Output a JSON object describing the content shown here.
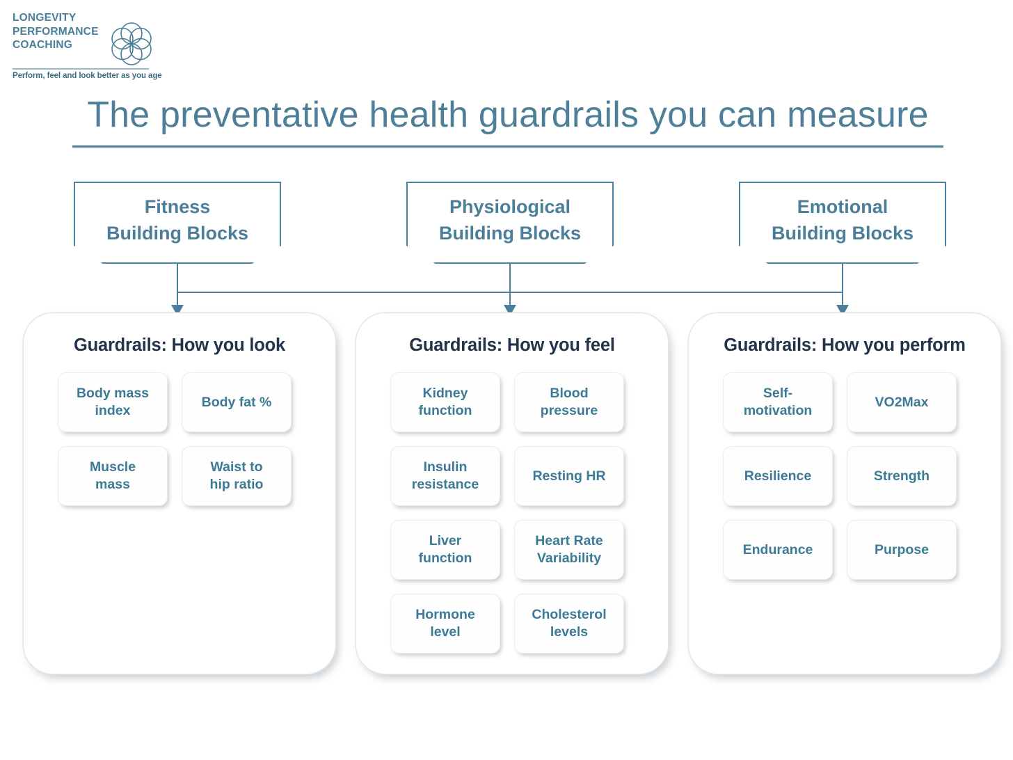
{
  "logo": {
    "wordmark_lines": [
      "LONGEVITY",
      "PERFORMANCE",
      "COACHING"
    ],
    "tagline": "Perform, feel and look better as you age",
    "mark_icon": "flower-of-life-icon",
    "color": "#4a7e99"
  },
  "title": {
    "text": "The preventative health guardrails you can measure",
    "color": "#4e7f99"
  },
  "colors": {
    "accent_blue": "#4a7e99",
    "box_border": "#4a82a0",
    "heading_navy": "#22334a",
    "chip_text": "#3d7a96",
    "connector": "#4a7e99"
  },
  "building_blocks": [
    {
      "label": "Fitness\nBuilding Blocks"
    },
    {
      "label": "Physiological\nBuilding Blocks"
    },
    {
      "label": "Emotional\nBuilding Blocks"
    }
  ],
  "panels": [
    {
      "heading": "Guardrails: How you look",
      "chips": [
        "Body mass\nindex",
        "Body fat %",
        "Muscle\nmass",
        "Waist to\nhip ratio"
      ]
    },
    {
      "heading": "Guardrails: How you feel",
      "chips": [
        "Kidney\nfunction",
        "Blood\npressure",
        "Insulin\nresistance",
        "Resting HR",
        "Liver\nfunction",
        "Heart Rate\nVariability",
        "Hormone\nlevel",
        "Cholesterol\nlevels"
      ]
    },
    {
      "heading": "Guardrails: How you perform",
      "chips": [
        "Self-\nmotivation",
        "VO2Max",
        "Resilience",
        "Strength",
        "Endurance",
        "Purpose"
      ]
    }
  ]
}
